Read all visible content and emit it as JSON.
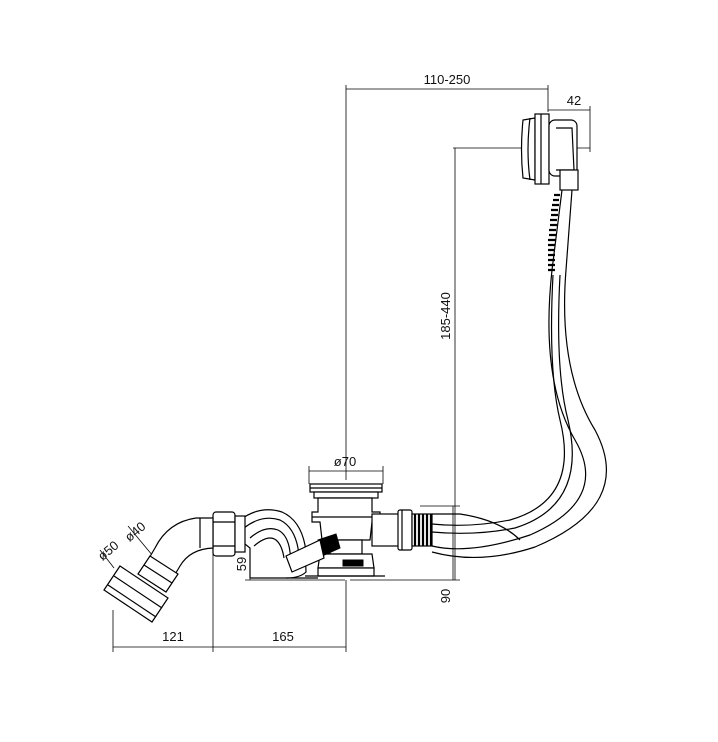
{
  "dimensions": {
    "overflow_reach": "110-250",
    "overflow_depth": "42",
    "cable_height": "185-440",
    "waste_diameter": "ø70",
    "trap_inlet_diameter": "ø40",
    "outlet_diameter": "ø50",
    "trap_height": "59",
    "total_height": "90",
    "outlet_offset": "121",
    "drain_offset": "165"
  },
  "colors": {
    "line": "#000000",
    "background": "#ffffff"
  }
}
